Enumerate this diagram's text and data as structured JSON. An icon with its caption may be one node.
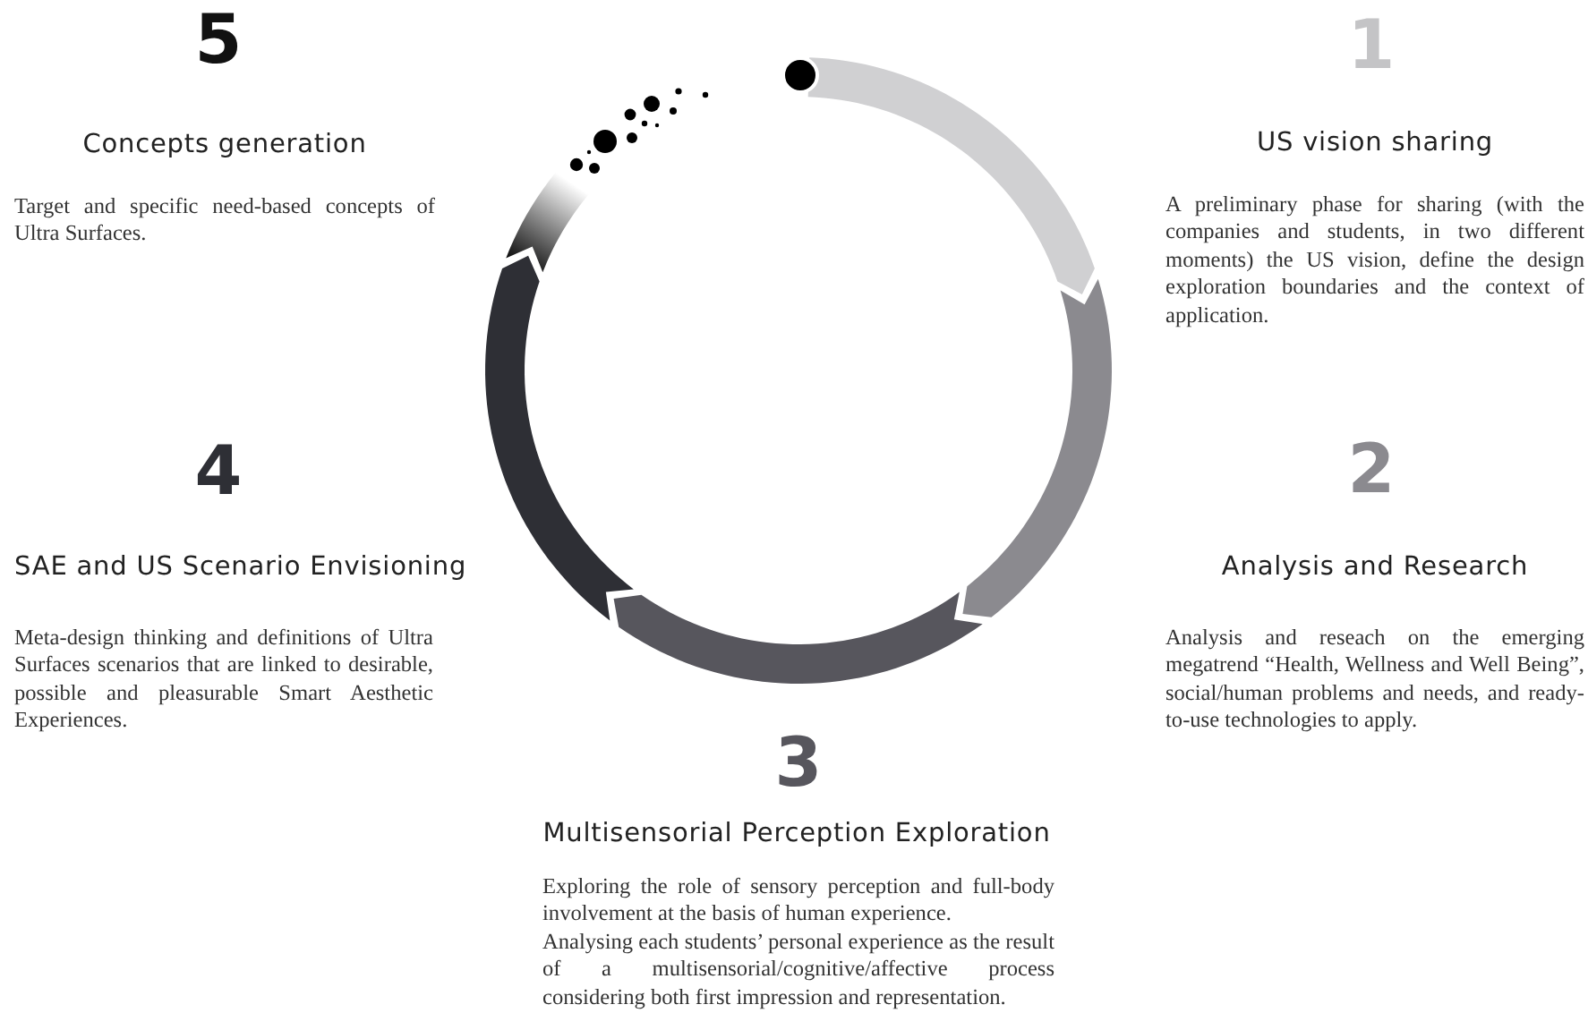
{
  "diagram": {
    "labels": [
      "5",
      "Concepts generation",
      "Target and specific need-based concepts of Ultra Surfaces.",
      "1",
      "US vision sharing",
      "A preliminary phase for sharing (with the companies and students, in two different moments) the US vision, define the design exploration boundaries and the context of application.",
      "4",
      "SAE and US Scenario Envisioning",
      "Meta-design thinking and definitions of Ultra Surfaces scenarios that are linked to desirable, possible and pleasurable Smart Aesthetic Experiences.",
      "2",
      "Analysis and Research",
      "Analysis and reseach on the emerging megatrend “Health, Wellness and Well Being”, social/human problems and needs, and ready-to-use technologies to apply.",
      "3",
      "Multisensorial Perception Exploration",
      "Exploring the role of sensory perception and full-body involvement at the basis of human experience.",
      "Analysing each students’ personal experience as the result of a multisensorial/cognitive/affective process considering both first impression and representation."
    ]
  }
}
